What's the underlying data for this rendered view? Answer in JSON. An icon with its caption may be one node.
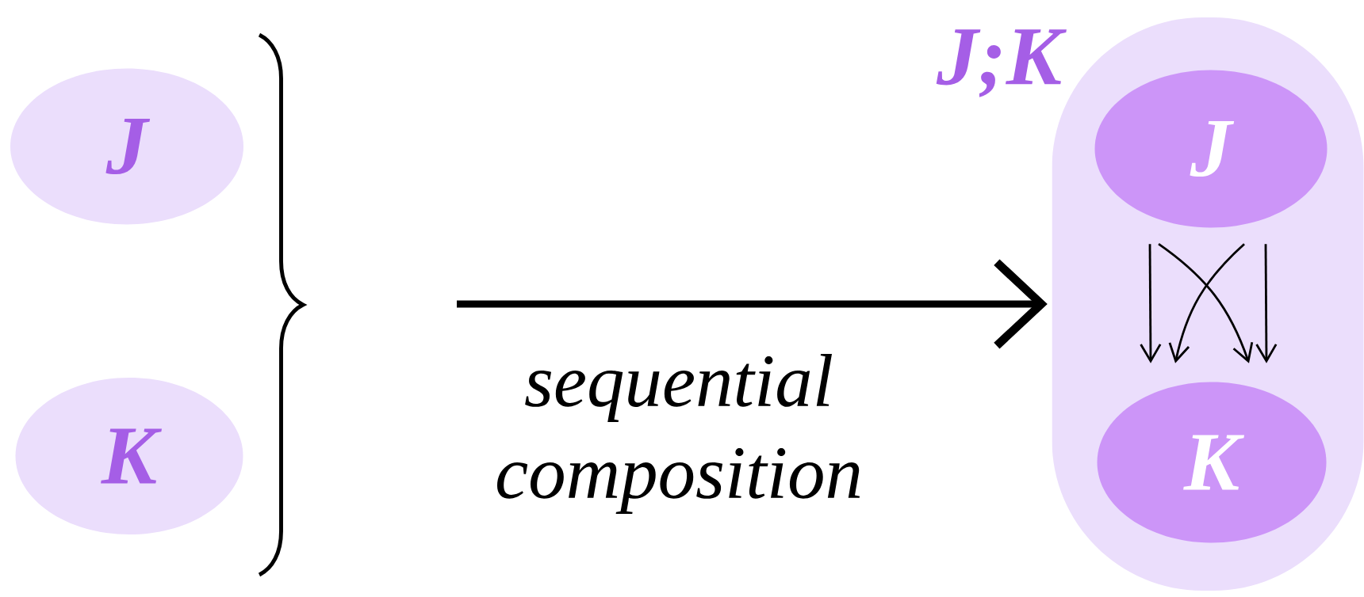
{
  "diagram": {
    "nodes": [
      {
        "text": [
          "J"
        ]
      },
      {
        "text": [
          "K"
        ]
      },
      {
        "text": [
          "J;K"
        ]
      },
      {
        "text": [
          "J"
        ],
        "in": 2
      },
      {
        "text": [
          "K"
        ],
        "in": 2
      }
    ],
    "edges": [
      {
        "from": null,
        "to": 2,
        "arrow": "to",
        "label": "sequential composition",
        "style": "thick"
      },
      {
        "from": 3,
        "to": 4,
        "arrow": "to"
      },
      {
        "from": 3,
        "to": 4,
        "arrow": "to"
      },
      {
        "from": 3,
        "to": 4,
        "arrow": "to"
      },
      {
        "from": 3,
        "to": 4,
        "arrow": "to"
      }
    ]
  }
}
